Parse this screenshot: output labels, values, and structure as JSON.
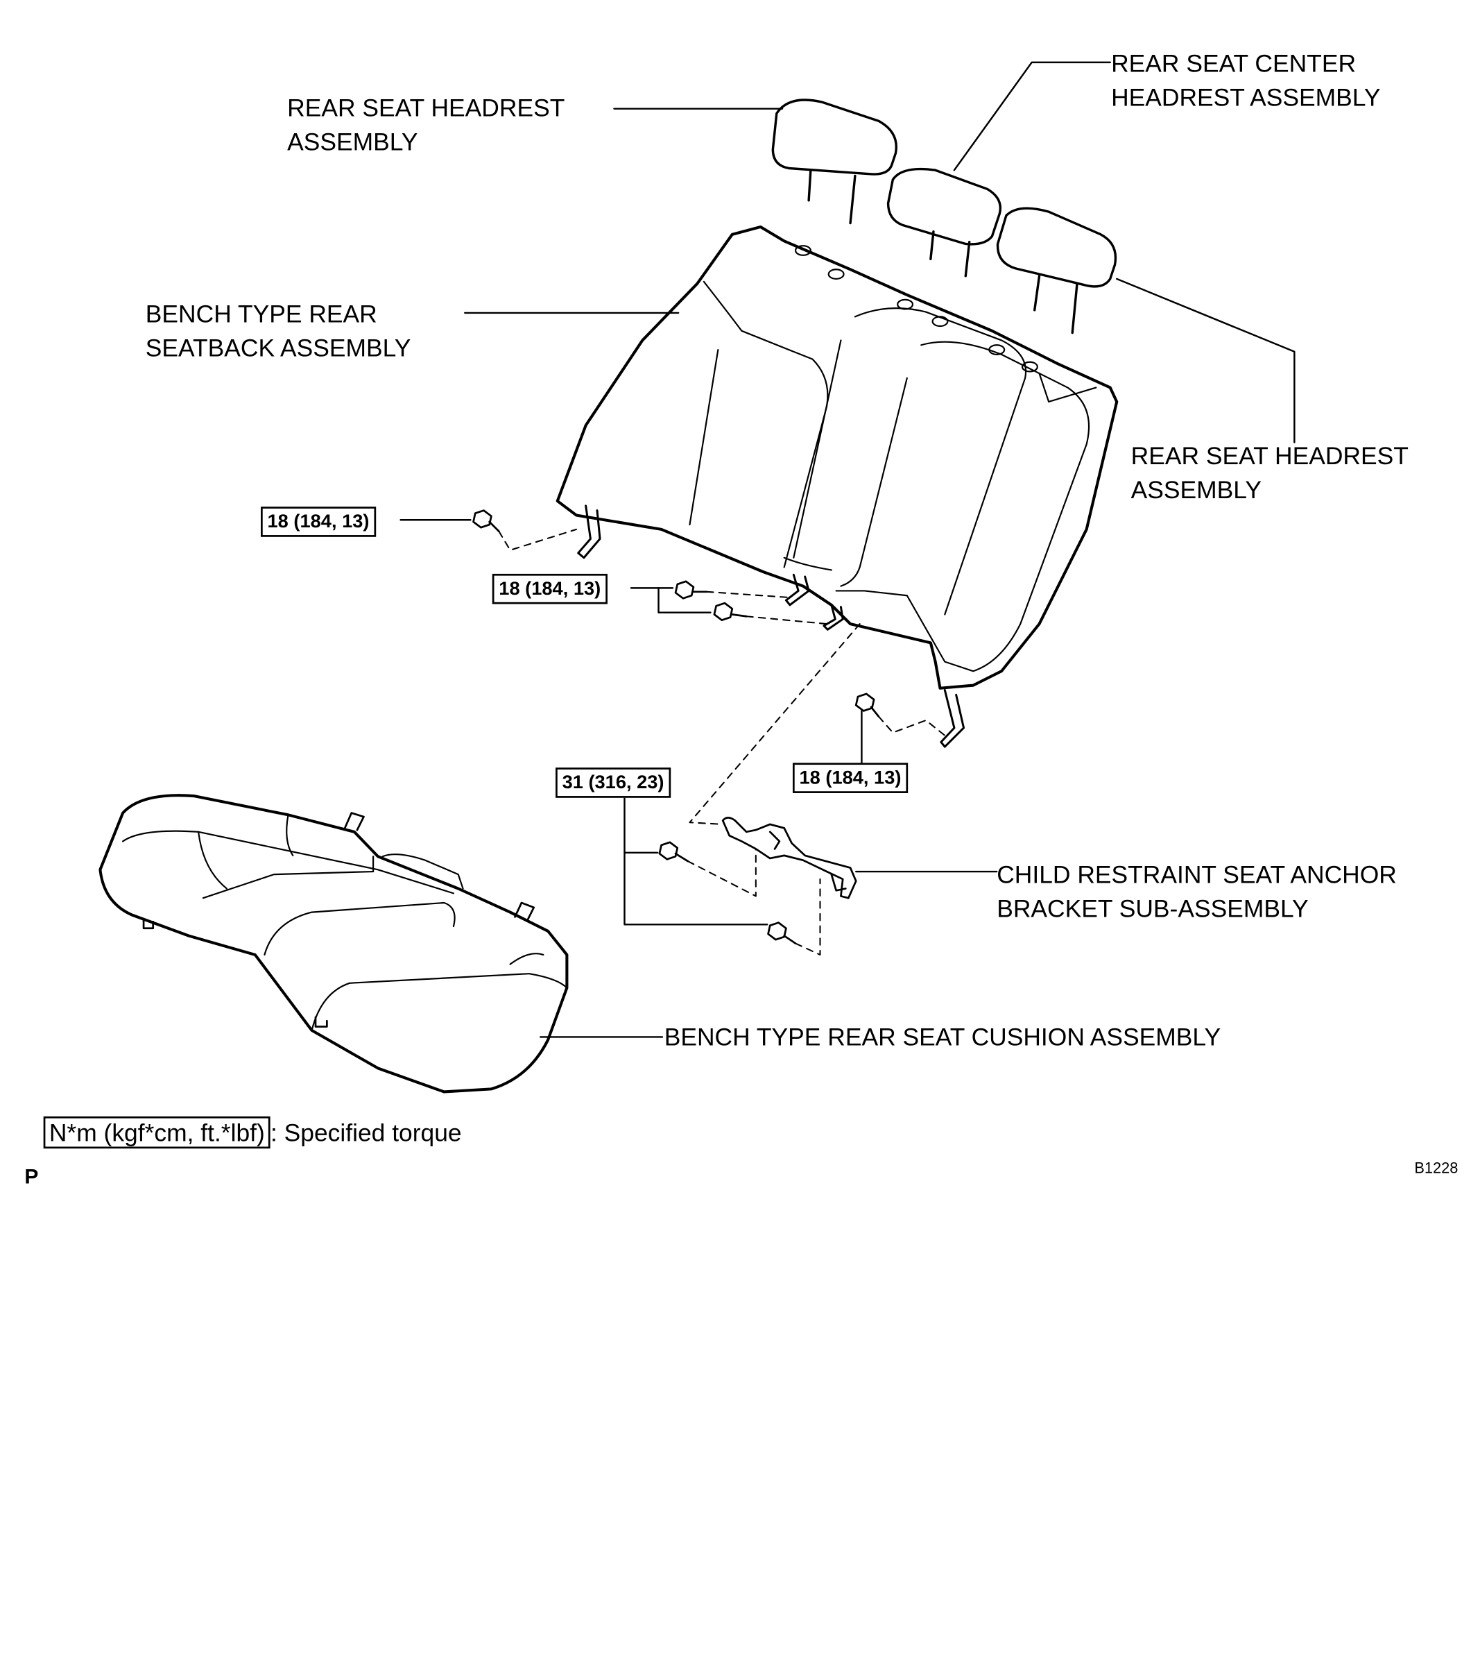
{
  "labels": {
    "rear_headrest_left": [
      "REAR SEAT HEADREST",
      "ASSEMBLY"
    ],
    "rear_center_headrest": [
      "REAR SEAT CENTER",
      "HEADREST ASSEMBLY"
    ],
    "seatback": [
      "BENCH TYPE REAR",
      "SEATBACK ASSEMBLY"
    ],
    "rear_headrest_right": [
      "REAR SEAT HEADREST",
      "ASSEMBLY"
    ],
    "child_anchor_bracket": [
      "CHILD RESTRAINT SEAT ANCHOR",
      "BRACKET SUB-ASSEMBLY"
    ],
    "seat_cushion": "BENCH TYPE REAR SEAT CUSHION ASSEMBLY"
  },
  "torque_specs": [
    "18 (184, 13)",
    "18 (184, 13)",
    "18 (184, 13)",
    "31 (316, 23)"
  ],
  "legend": {
    "unit_box": "N*m (kgf*cm, ft.*lbf)",
    "text": ": Specified torque"
  },
  "corner_mark": "P",
  "figure_code": "B1228"
}
